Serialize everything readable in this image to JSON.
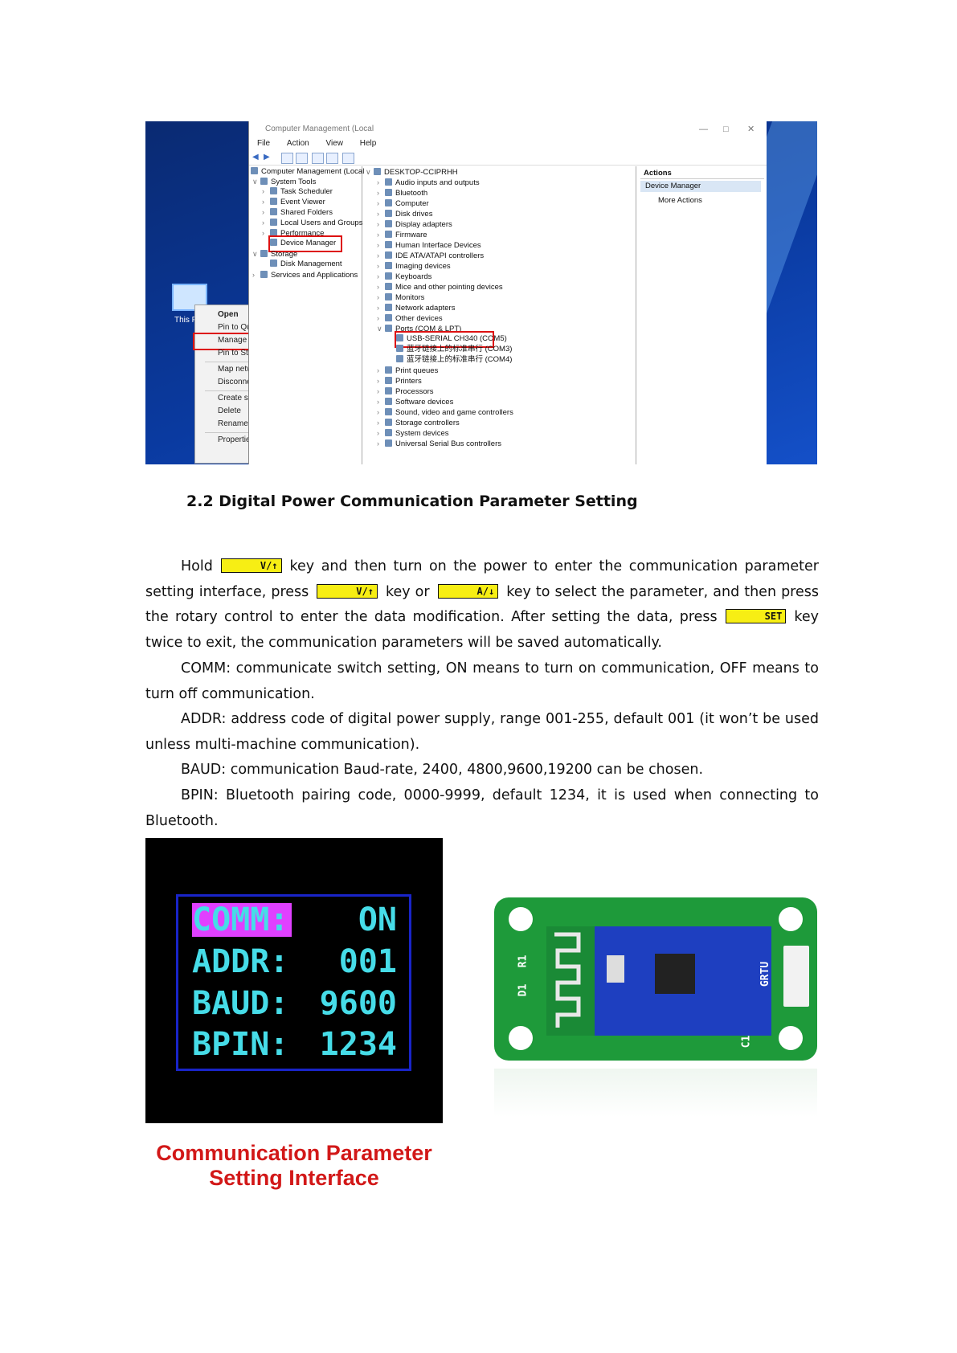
{
  "screenshot": {
    "window_title": "Computer Management (Local",
    "menu": [
      "File",
      "Action",
      "View",
      "Help"
    ],
    "left_tree": [
      "Computer Management (Local",
      "System Tools",
      "Task Scheduler",
      "Event Viewer",
      "Shared Folders",
      "Local Users and Groups",
      "Performance",
      "Device Manager",
      "Storage",
      "Disk Management",
      "Services and Applications"
    ],
    "device_tree": [
      "DESKTOP-CCIPRHH",
      "Audio inputs and outputs",
      "Bluetooth",
      "Computer",
      "Disk drives",
      "Display adapters",
      "Firmware",
      "Human Interface Devices",
      "IDE ATA/ATAPI controllers",
      "Imaging devices",
      "Keyboards",
      "Mice and other pointing devices",
      "Monitors",
      "Network adapters",
      "Other devices",
      "Ports (COM & LPT)",
      "USB-SERIAL CH340 (COM5)",
      "蓝牙链接上的标准串行 (COM3)",
      "蓝牙链接上的标准串行 (COM4)",
      "Print queues",
      "Printers",
      "Processors",
      "Software devices",
      "Sound, video and game controllers",
      "Storage controllers",
      "System devices",
      "Universal Serial Bus controllers"
    ],
    "actions": {
      "header": "Actions",
      "selected": "Device Manager",
      "more": "More Actions"
    },
    "desktop_icon_label": "This PC",
    "context_menu": [
      "Open",
      "Pin to Quick access",
      "Manage",
      "Pin to Start",
      "Map network drive...",
      "Disconnect network drive...",
      "Create shortcut",
      "Delete",
      "Rename",
      "Properties"
    ]
  },
  "section": {
    "heading": "2.2 Digital Power Communication Parameter Setting",
    "p1": {
      "a": "Hold",
      "key1": "V/↑",
      "b": "key and then turn on the power to enter the communication parameter setting interface, press",
      "key2": "V/↑",
      "c": "key or",
      "key3": "A/↓",
      "d": "key to select the parameter, and then press the rotary control to enter the data modification. After setting the data, press",
      "key4": "SET",
      "e": "key twice to exit, the communication parameters will be saved automatically."
    },
    "p2": "COMM: communicate switch setting, ON means to turn on communication, OFF means to turn off communication.",
    "p3": "ADDR: address code of digital power supply, range 001-255, default 001 (it won’t be used unless multi-machine communication).",
    "p4": "BAUD: communication Baud-rate, 2400, 4800,9600,19200 can be chosen.",
    "p5": "BPIN: Bluetooth pairing code, 0000-9999, default 1234, it is used when connecting to Bluetooth."
  },
  "lcd": {
    "rows": [
      {
        "key": "COMM:",
        "value": "ON"
      },
      {
        "key": "ADDR:",
        "value": "001"
      },
      {
        "key": "BAUD:",
        "value": "9600"
      },
      {
        "key": "BPIN:",
        "value": "1234"
      }
    ],
    "highlight_color": "#e040ff",
    "text_color": "#46dce8",
    "frame_color": "#1924c8"
  },
  "caption": {
    "line1": "Communication Parameter",
    "line2": "Setting Interface"
  },
  "pcb": {
    "labels": [
      "R1",
      "D1",
      "GRTU",
      "C1"
    ]
  }
}
